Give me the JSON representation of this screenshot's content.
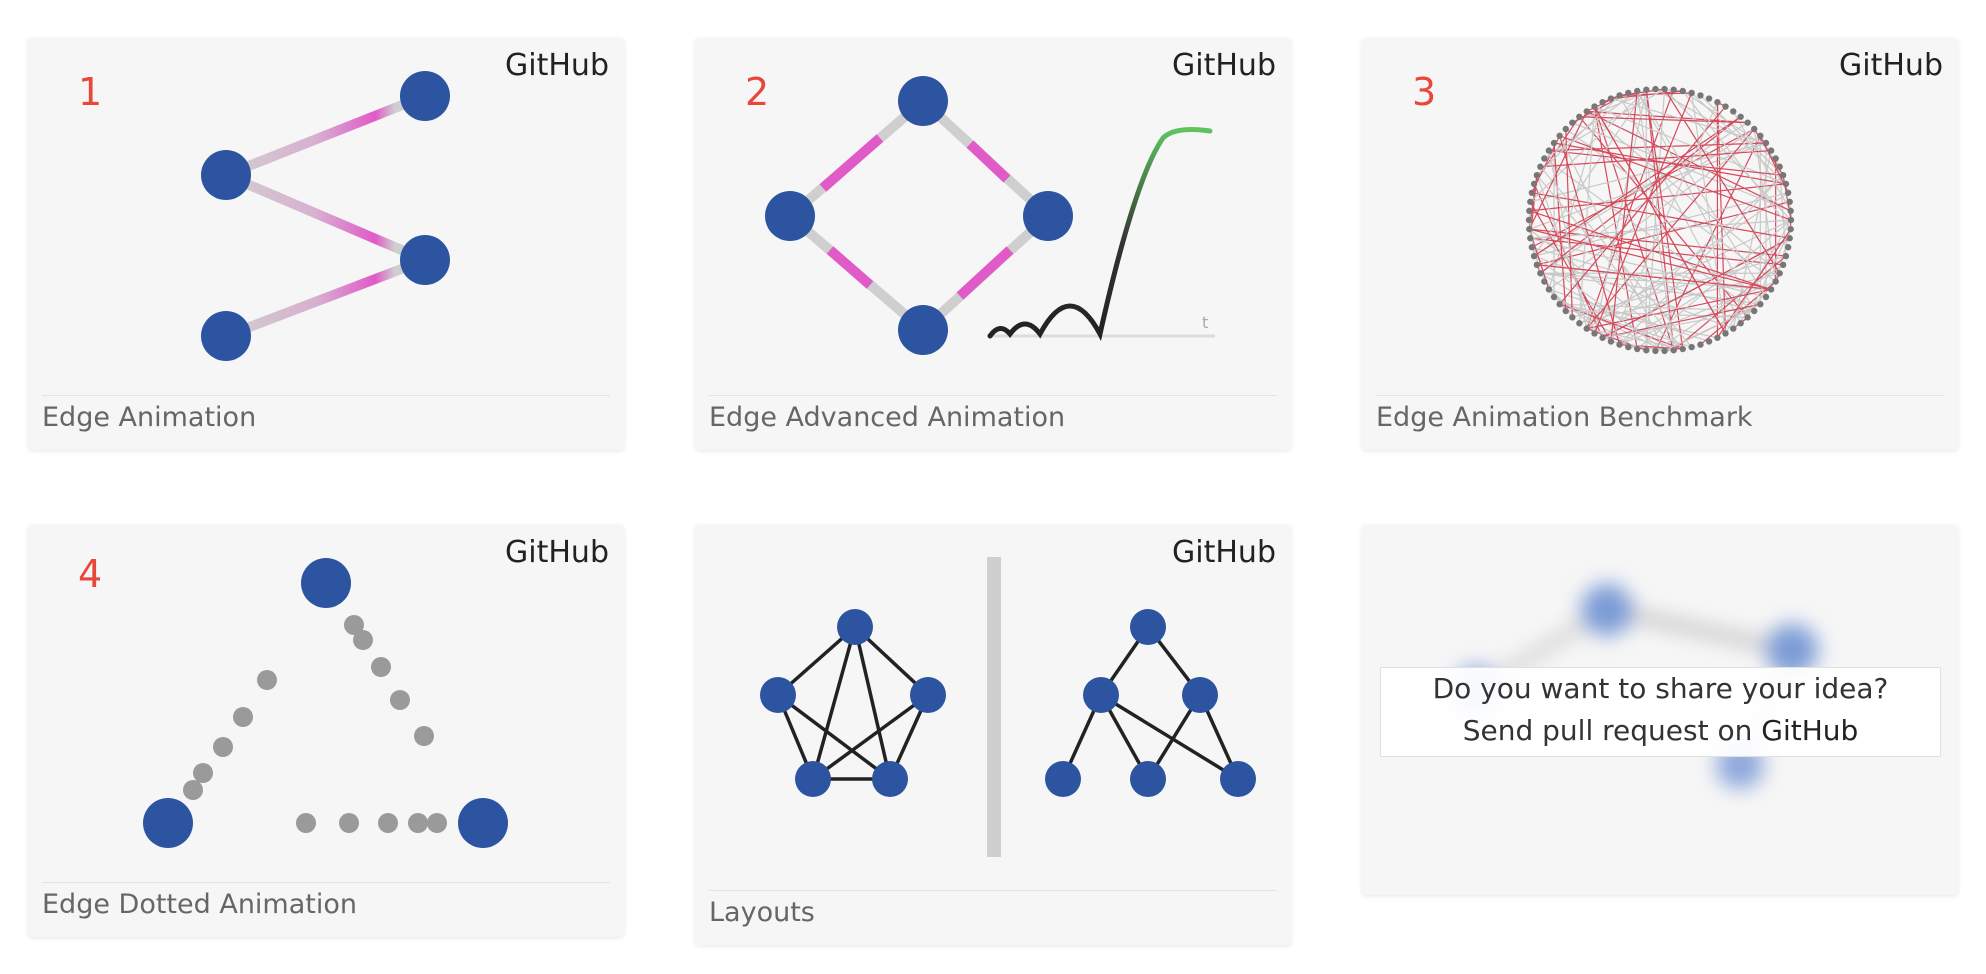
{
  "colors": {
    "node": "#2d54a0",
    "accent_pink": "#e05ac8",
    "number": "#e8473a",
    "edge_grey": "#c8c8c8",
    "green": "#5fc45f",
    "red_edge": "#d6495b"
  },
  "cards": [
    {
      "id": "edge-animation",
      "number": "1",
      "github": "GitHub",
      "caption": "Edge Animation"
    },
    {
      "id": "edge-advanced-animation",
      "number": "2",
      "github": "GitHub",
      "caption": "Edge Advanced Animation",
      "axis_tick": "t"
    },
    {
      "id": "edge-animation-benchmark",
      "number": "3",
      "github": "GitHub",
      "caption": "Edge Animation Benchmark"
    },
    {
      "id": "edge-dotted-animation",
      "number": "4",
      "github": "GitHub",
      "caption": "Edge Dotted Animation"
    },
    {
      "id": "layouts",
      "number": "",
      "github": "GitHub",
      "caption": "Layouts"
    }
  ],
  "share": {
    "line1": "Do you want to share your idea?",
    "line2_prefix": "Send pull request on",
    "line2_link": "GitHub"
  },
  "icons": [
    "graph-edge-animation-icon",
    "graph-advanced-animation-icon",
    "circular-graph-benchmark-icon",
    "dotted-edge-animation-icon",
    "graph-layouts-icon"
  ]
}
